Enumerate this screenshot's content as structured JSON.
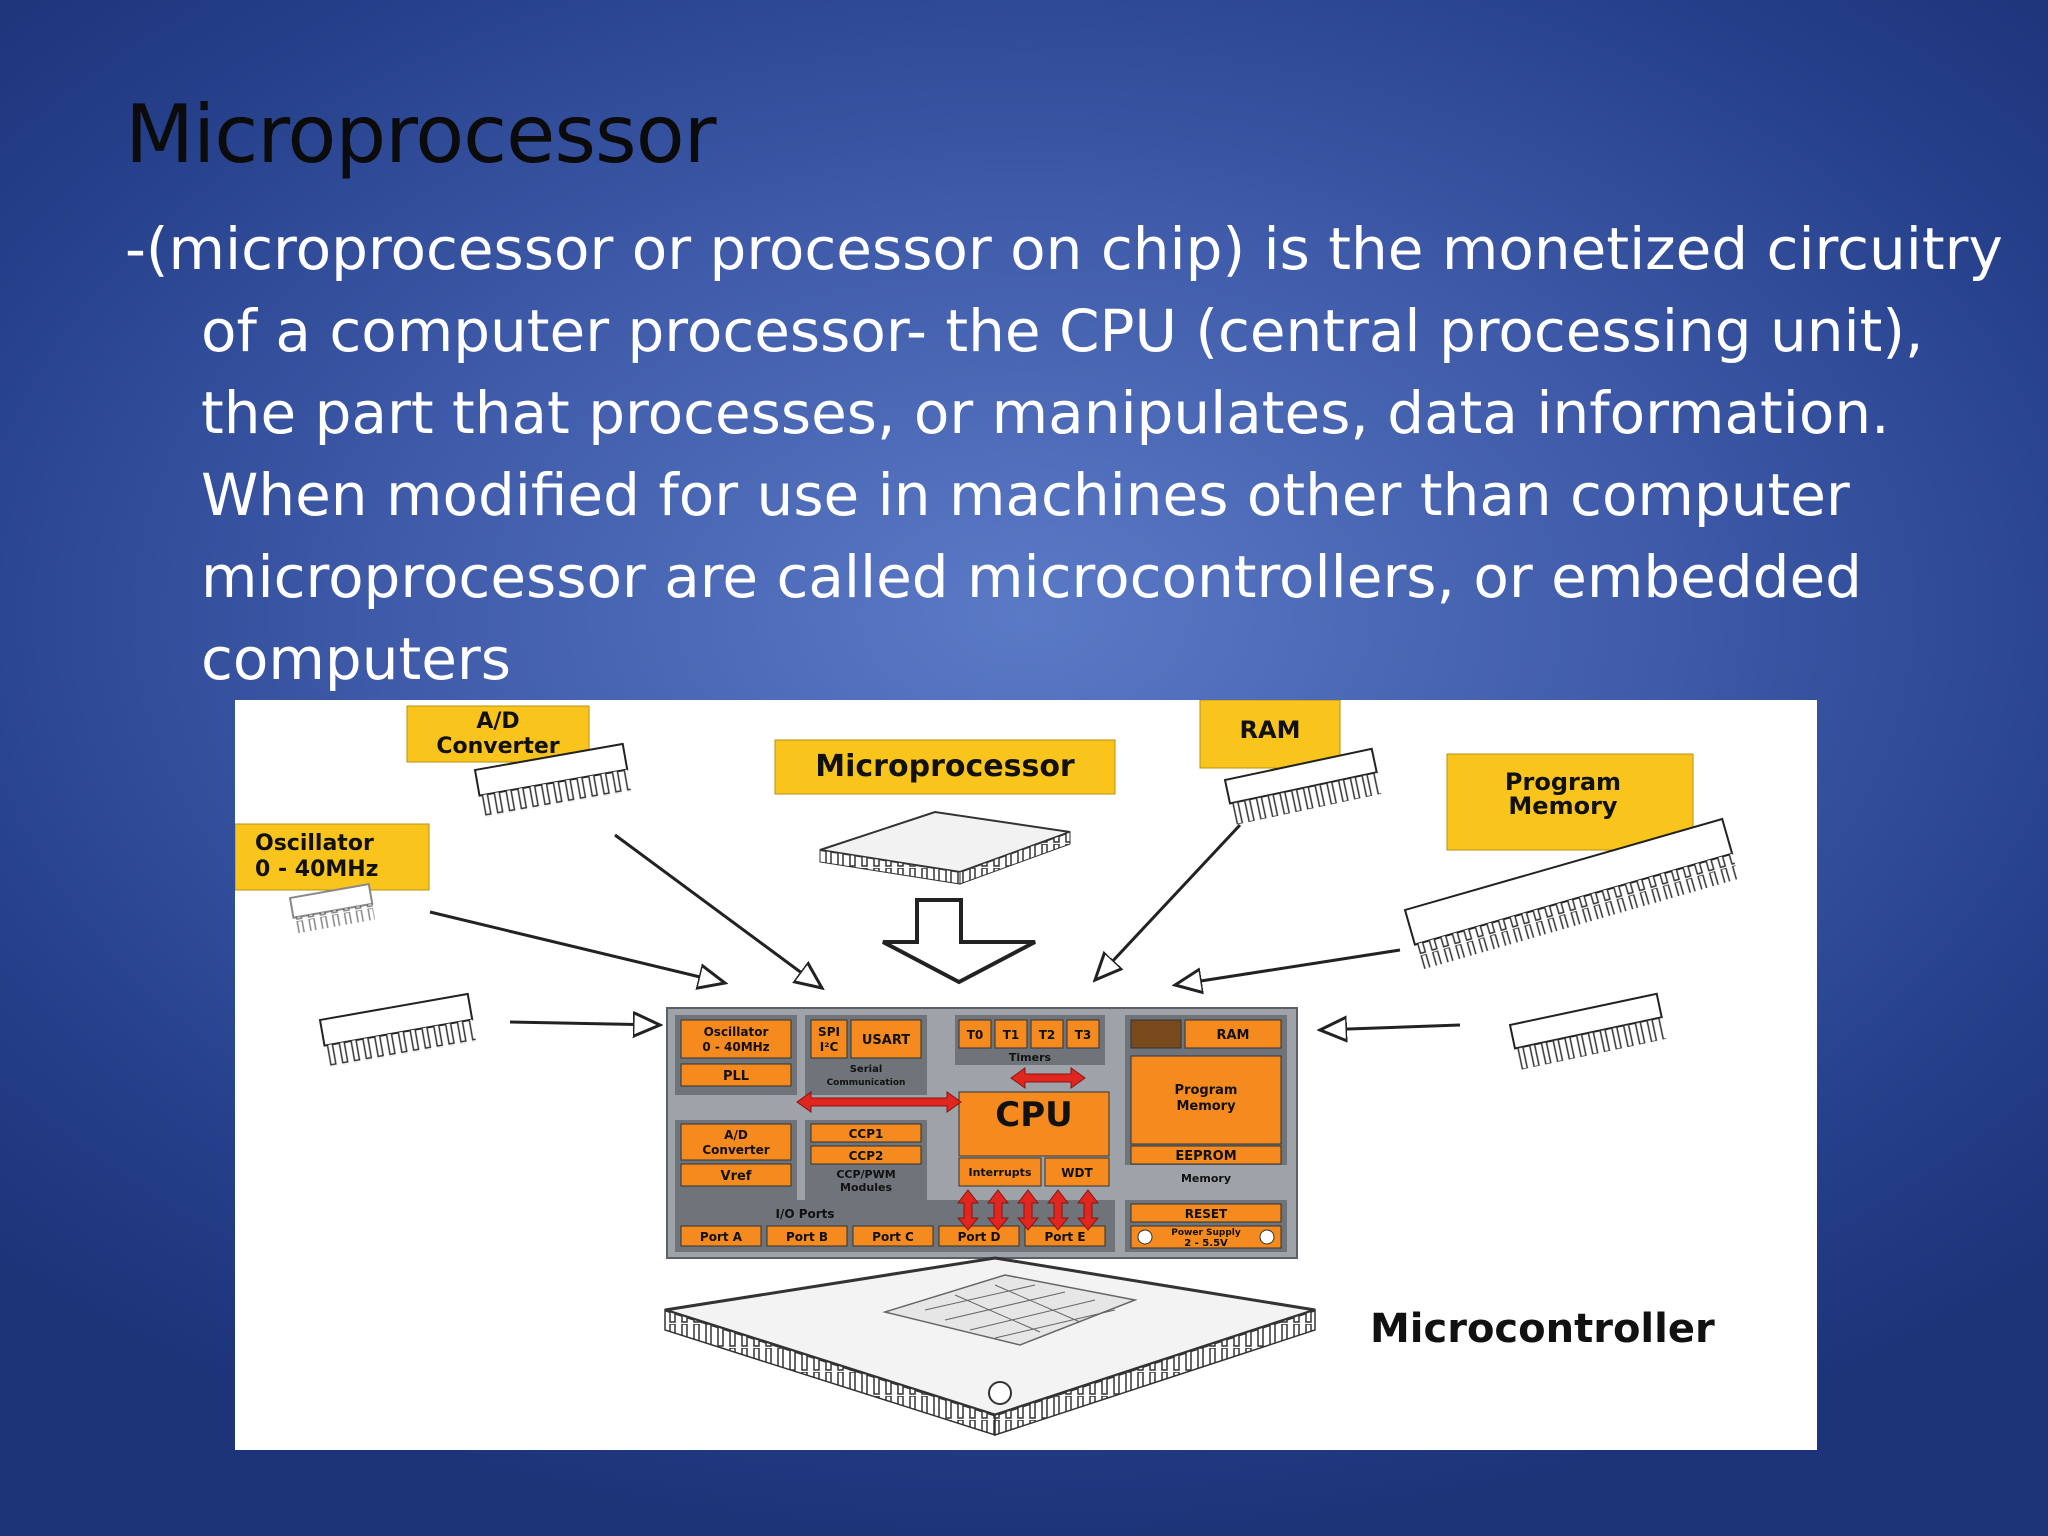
{
  "slide": {
    "title": "Microprocessor",
    "lines": [
      "-(microprocessor or processor on chip) is the monetized circuitry",
      "of a computer processor- the CPU (central processing unit),",
      "the part that processes, or manipulates, data information.",
      "When modified for use in machines other than computer",
      "microprocessor are called microcontrollers, or embedded",
      "computers"
    ]
  },
  "diagram": {
    "labels": {
      "ad_converter": [
        "A/D",
        "Converter"
      ],
      "microprocessor": "Microprocessor",
      "ram": "RAM",
      "program_memory": [
        "Program",
        "Memory"
      ],
      "oscillator": [
        "Oscillator",
        "0 - 40MHz"
      ],
      "microcontroller": "Microcontroller"
    },
    "blocks": {
      "oscillator": [
        "Oscillator",
        "0 - 40MHz"
      ],
      "pll": "PLL",
      "spi": [
        "SPI",
        "I²C"
      ],
      "usart": "USART",
      "timers": [
        "T0",
        "T1",
        "T2",
        "T3"
      ],
      "timers_label": "Timers",
      "ram": "RAM",
      "serial": [
        "Serial",
        "Communication"
      ],
      "cpu": "CPU",
      "program_memory": [
        "Program",
        "Memory"
      ],
      "ad": [
        "A/D",
        "Converter"
      ],
      "vref": "Vref",
      "ccp1": "CCP1",
      "ccp2": "CCP2",
      "ccp_modules": [
        "CCP/PWM",
        "Modules"
      ],
      "interrupts": "Interrupts",
      "wdt": "WDT",
      "eeprom": "EEPROM",
      "memory": "Memory",
      "io_ports": "I/O Ports",
      "ports": [
        "Port A",
        "Port B",
        "Port C",
        "Port D",
        "Port E"
      ],
      "reset": "RESET",
      "power": [
        "Power Supply",
        "2 - 5.5V"
      ]
    },
    "colors": {
      "label_yellow": "#f9c51c",
      "block_orange": "#f58a1f",
      "chip_gray": "#9da3a8",
      "arrow_red": "#e0261f"
    }
  }
}
